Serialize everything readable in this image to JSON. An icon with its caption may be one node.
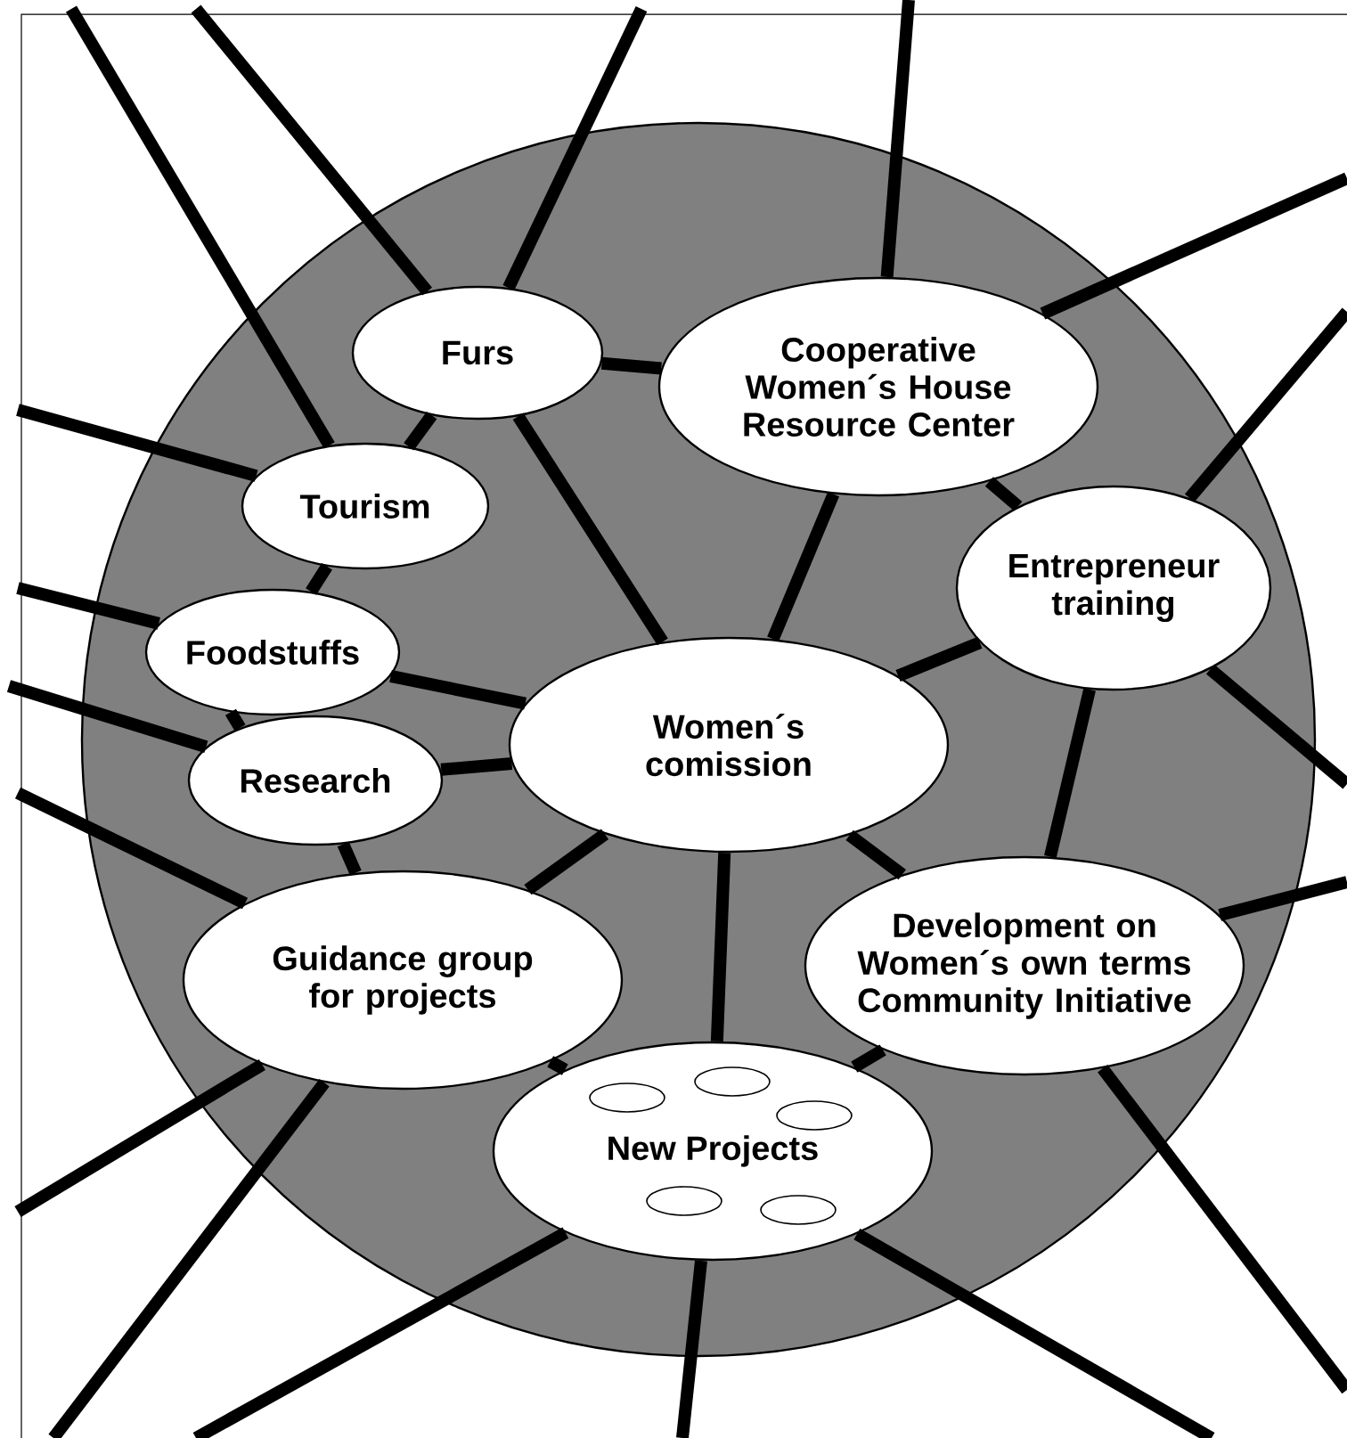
{
  "diagram": {
    "nodes": [
      {
        "text": [],
        "shape": "circle"
      },
      {
        "text": [
          "Furs"
        ],
        "in": 0
      },
      {
        "text": [
          "Cooperative Women´s House Resource Center"
        ],
        "in": 0
      },
      {
        "text": [
          "Tourism"
        ],
        "in": 0
      },
      {
        "text": [
          "Entrepreneur training"
        ],
        "in": 0
      },
      {
        "text": [
          "Foodstuffs"
        ],
        "in": 0
      },
      {
        "text": [
          "Women´s comission"
        ],
        "in": 0
      },
      {
        "text": [
          "Research"
        ],
        "in": 0
      },
      {
        "text": [
          "Guidance group for projects"
        ],
        "in": 0
      },
      {
        "text": [
          "Development on Women´s own terms Community Initiative"
        ],
        "in": 0
      },
      {
        "text": [
          "New Projects"
        ],
        "in": 0
      },
      {
        "text": [],
        "shape": "ellipse",
        "in": 10
      },
      {
        "text": [],
        "shape": "ellipse",
        "in": 10
      },
      {
        "text": [],
        "shape": "ellipse",
        "in": 10
      },
      {
        "text": [],
        "shape": "ellipse",
        "in": 10
      },
      {
        "text": [],
        "shape": "ellipse",
        "in": 10
      }
    ],
    "edges": [
      {
        "from": 1,
        "to": 2,
        "arrow": "none"
      },
      {
        "from": 1,
        "to": 3,
        "arrow": "none"
      },
      {
        "from": 1,
        "to": 6,
        "arrow": "none"
      },
      {
        "from": 2,
        "to": 6,
        "arrow": "none"
      },
      {
        "from": 2,
        "to": 4,
        "arrow": "none"
      },
      {
        "from": 3,
        "to": 5,
        "arrow": "none"
      },
      {
        "from": 5,
        "to": 7,
        "arrow": "none"
      },
      {
        "from": 5,
        "to": 6,
        "arrow": "none"
      },
      {
        "from": 7,
        "to": 6,
        "arrow": "none"
      },
      {
        "from": 7,
        "to": 8,
        "arrow": "none"
      },
      {
        "from": 4,
        "to": 6,
        "arrow": "none"
      },
      {
        "from": 4,
        "to": 9,
        "arrow": "none"
      },
      {
        "from": 6,
        "to": 8,
        "arrow": "none"
      },
      {
        "from": 6,
        "to": 10,
        "arrow": "none"
      },
      {
        "from": 6,
        "to": 9,
        "arrow": "none"
      },
      {
        "from": 8,
        "to": 10,
        "arrow": "none"
      },
      {
        "from": 9,
        "to": 10,
        "arrow": "none"
      },
      {
        "from": null,
        "to": 1,
        "arrow": "none"
      },
      {
        "from": null,
        "to": 1,
        "arrow": "none"
      },
      {
        "from": null,
        "to": 2,
        "arrow": "none"
      },
      {
        "from": null,
        "to": 2,
        "arrow": "none"
      },
      {
        "from": null,
        "to": 3,
        "arrow": "none"
      },
      {
        "from": null,
        "to": 3,
        "arrow": "none"
      },
      {
        "from": null,
        "to": 5,
        "arrow": "none"
      },
      {
        "from": null,
        "to": 7,
        "arrow": "none"
      },
      {
        "from": null,
        "to": 8,
        "arrow": "none"
      },
      {
        "from": null,
        "to": 8,
        "arrow": "none"
      },
      {
        "from": null,
        "to": 8,
        "arrow": "none"
      },
      {
        "from": null,
        "to": 4,
        "arrow": "none"
      },
      {
        "from": null,
        "to": 4,
        "arrow": "none"
      },
      {
        "from": null,
        "to": 9,
        "arrow": "none"
      },
      {
        "from": null,
        "to": 9,
        "arrow": "none"
      },
      {
        "from": null,
        "to": 10,
        "arrow": "none"
      },
      {
        "from": null,
        "to": 10,
        "arrow": "none"
      },
      {
        "from": null,
        "to": 10,
        "arrow": "none"
      }
    ]
  }
}
